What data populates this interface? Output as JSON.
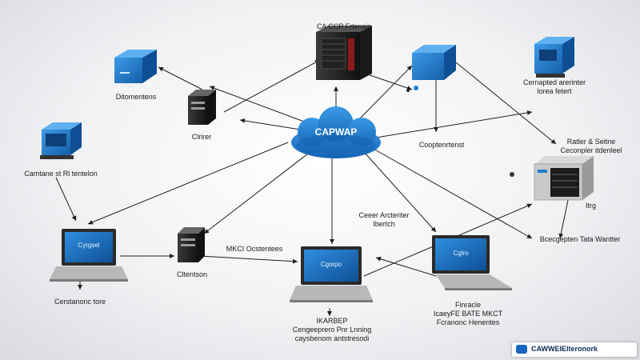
{
  "diagram": {
    "cloud_label": "CAPWAP",
    "nodes": {
      "top_server": "CA CCP Frtensin",
      "left_cube": "Ditomentens",
      "left_switch": "Clrirer",
      "right_cube": "Cernapted arerinter\nlorea fetert",
      "mid_cube": "Cooptenrtenst",
      "left_monitor": "Camtane st Rl tentelon",
      "right_server": "Ratler & Seitne\nCeconpler itdenleel",
      "right_server_tag": "Itrg",
      "center_label": "Ceeer Arcteriter\nIbertch",
      "left_bottom_switch": "Cltentson",
      "mid_switch_label": "MKCI Ocstentees",
      "right_laptop_label": "Bcecgepten Tata Wantter",
      "left_laptop": "Cerstanonc tore",
      "center_laptop": "IKARBEP\nCengeeprero Pnr Lnning\ncaysbenom antstresodi",
      "right_laptop": "Finracle\nIcaeyFE BATE MKCT\nFcranonc Henentes"
    },
    "screens": {
      "left_laptop": "Cyrgsel",
      "center_laptop": "Cgorpo",
      "right_laptop": "Cglro"
    }
  },
  "branding": {
    "badge_text": "CAWWEIElteronork"
  },
  "colors": {
    "cloud": "#1e7fd0",
    "device_blue": "#1f7fd1",
    "screen_blue": "#1d6fc2",
    "wire": "#1f1f1f"
  }
}
